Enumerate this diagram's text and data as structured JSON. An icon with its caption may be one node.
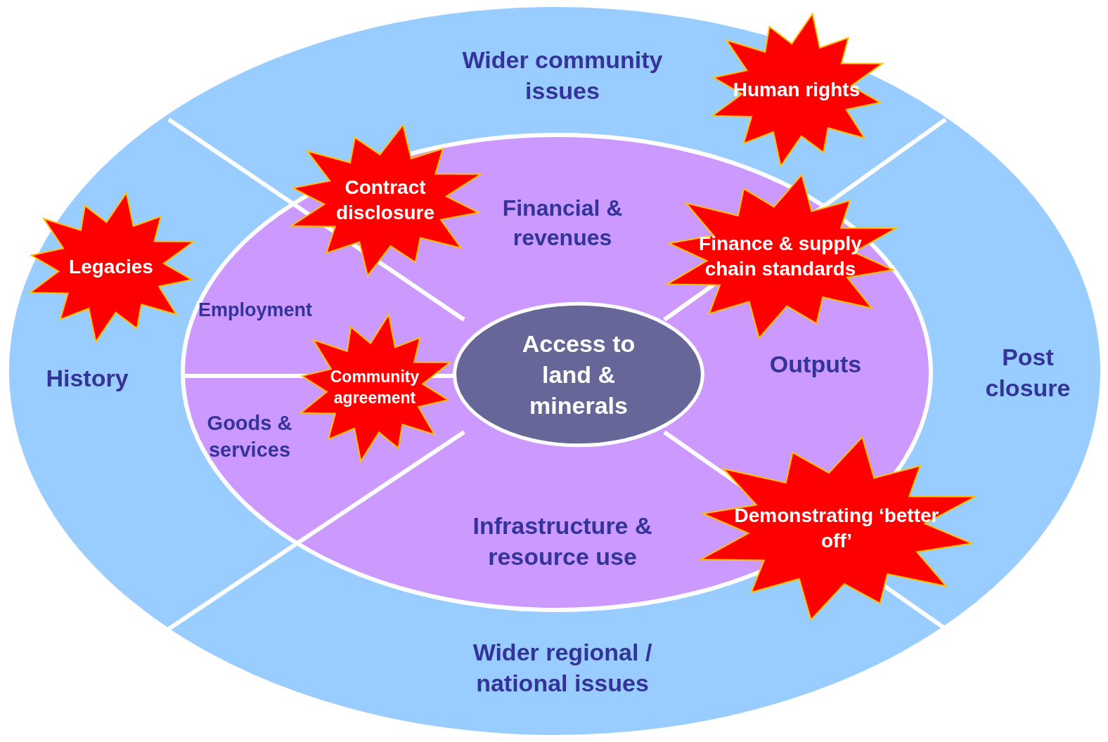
{
  "diagram": {
    "nodes": [
      {
        "text": [
          "Wider community issues"
        ]
      },
      {
        "text": [
          "Human rights"
        ]
      },
      {
        "text": [
          "Contract disclosure"
        ]
      },
      {
        "text": [
          "Financial & revenues"
        ]
      },
      {
        "text": [
          "Legacies"
        ]
      },
      {
        "text": [
          "Finance & supply chain standards"
        ]
      },
      {
        "text": [
          "Employment"
        ]
      },
      {
        "text": [
          "Access to land & minerals"
        ]
      },
      {
        "text": [
          "Community agreement"
        ]
      },
      {
        "text": [
          "History"
        ]
      },
      {
        "text": [
          "Outputs"
        ]
      },
      {
        "text": [
          "Post closure"
        ]
      },
      {
        "text": [
          "Goods & services"
        ]
      },
      {
        "text": [
          "Infrastructure & resource use"
        ]
      },
      {
        "text": [
          "Demonstrating ‘better off’"
        ]
      },
      {
        "text": [
          "Wider regional / national issues"
        ]
      }
    ]
  }
}
